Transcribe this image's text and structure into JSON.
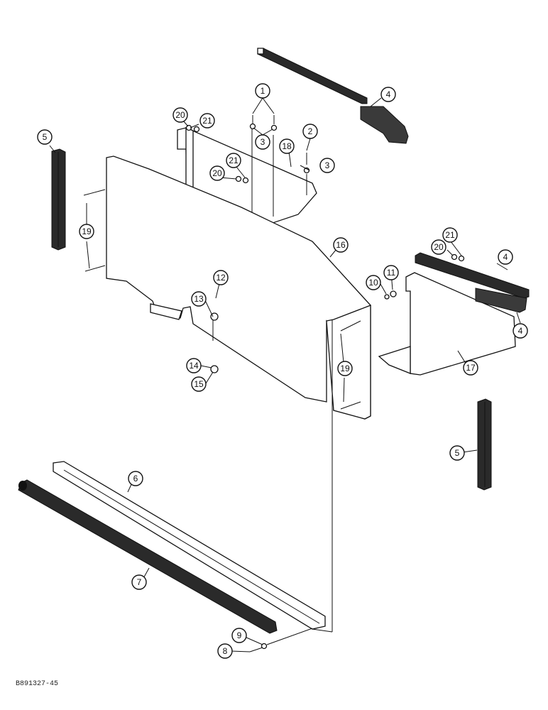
{
  "diagram": {
    "reference_code": "B891327-45",
    "callouts": [
      {
        "id": "c1",
        "label": "1"
      },
      {
        "id": "c2",
        "label": "2"
      },
      {
        "id": "c3a",
        "label": "3"
      },
      {
        "id": "c3b",
        "label": "3"
      },
      {
        "id": "c4a",
        "label": "4"
      },
      {
        "id": "c4b",
        "label": "4"
      },
      {
        "id": "c4c",
        "label": "4"
      },
      {
        "id": "c5a",
        "label": "5"
      },
      {
        "id": "c5b",
        "label": "5"
      },
      {
        "id": "c6",
        "label": "6"
      },
      {
        "id": "c7",
        "label": "7"
      },
      {
        "id": "c8",
        "label": "8"
      },
      {
        "id": "c9",
        "label": "9"
      },
      {
        "id": "c10",
        "label": "10"
      },
      {
        "id": "c11",
        "label": "11"
      },
      {
        "id": "c12",
        "label": "12"
      },
      {
        "id": "c13",
        "label": "13"
      },
      {
        "id": "c14",
        "label": "14"
      },
      {
        "id": "c15",
        "label": "15"
      },
      {
        "id": "c16",
        "label": "16"
      },
      {
        "id": "c17",
        "label": "17"
      },
      {
        "id": "c18",
        "label": "18"
      },
      {
        "id": "c19a",
        "label": "19"
      },
      {
        "id": "c19b",
        "label": "19"
      },
      {
        "id": "c20a",
        "label": "20"
      },
      {
        "id": "c20b",
        "label": "20"
      },
      {
        "id": "c20c",
        "label": "20"
      },
      {
        "id": "c21a",
        "label": "21"
      },
      {
        "id": "c21b",
        "label": "21"
      },
      {
        "id": "c21c",
        "label": "21"
      }
    ]
  }
}
